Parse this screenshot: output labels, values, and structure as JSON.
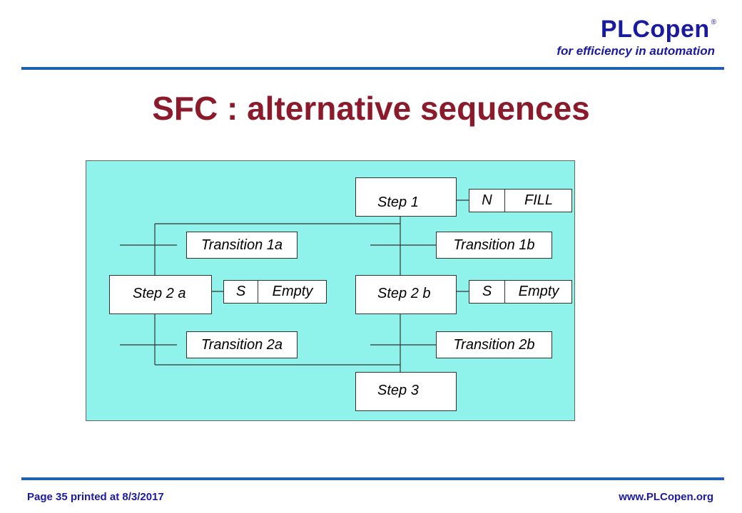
{
  "header": {
    "brand_name": "PLCopen",
    "brand_mark": "®",
    "tagline": "for efficiency in automation"
  },
  "title": "SFC : alternative sequences",
  "diagram": {
    "steps": {
      "step1": "Step 1",
      "step2a": "Step 2 a",
      "step2b": "Step 2 b",
      "step3": "Step 3"
    },
    "actions": {
      "step1": {
        "qualifier": "N",
        "name": "FILL"
      },
      "step2a": {
        "qualifier": "S",
        "name": "Empty"
      },
      "step2b": {
        "qualifier": "S",
        "name": "Empty"
      }
    },
    "transitions": {
      "t1a": "Transition 1a",
      "t1b": "Transition 1b",
      "t2a": "Transition 2a",
      "t2b": "Transition 2b"
    }
  },
  "footer": {
    "page_info": "Page  35  printed at 8/3/2017",
    "url": "www.PLCopen.org"
  }
}
